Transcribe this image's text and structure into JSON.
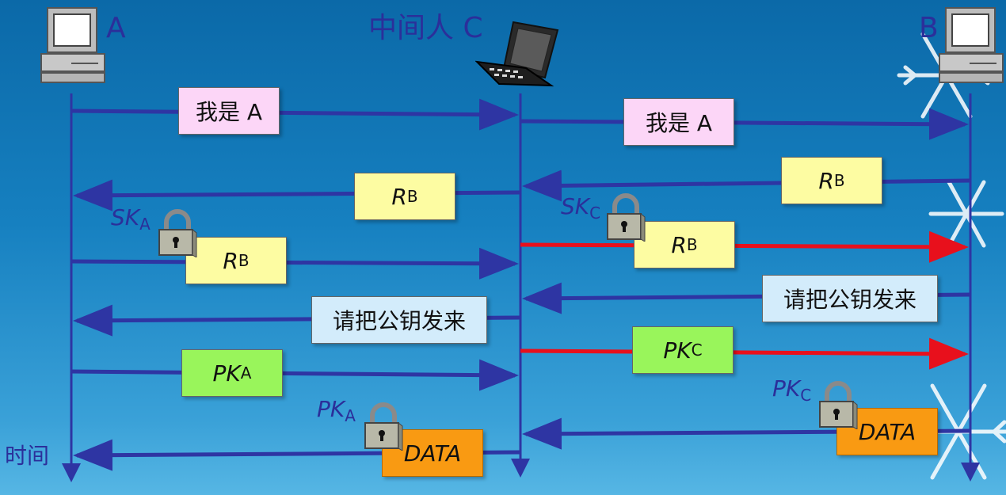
{
  "parties": {
    "a": "A",
    "c": "中间人 C",
    "b": "B"
  },
  "time_label": "时间",
  "boxes": {
    "m1_left": "我是 A",
    "m1_right": "我是 A",
    "rb_right": {
      "main": "R",
      "sub": "B"
    },
    "rb_left": {
      "main": "R",
      "sub": "B"
    },
    "sk_a_rb": {
      "main": "R",
      "sub": "B"
    },
    "sk_c_rb": {
      "main": "R",
      "sub": "B"
    },
    "req_right": "请把公钥发来",
    "req_left": "请把公钥发来",
    "pk_c": {
      "main": "PK",
      "sub": "C"
    },
    "pk_a": {
      "main": "PK",
      "sub": "A"
    },
    "data_right": "DATA",
    "data_left": "DATA"
  },
  "key_labels": {
    "sk_a": {
      "main": "SK",
      "sub": "A"
    },
    "sk_c": {
      "main": "SK",
      "sub": "C"
    },
    "pk_c": {
      "main": "PK",
      "sub": "C"
    },
    "pk_a": {
      "main": "PK",
      "sub": "A"
    }
  },
  "colors": {
    "arrow": "#2e35a3",
    "attack_arrow": "#e8101c",
    "label": "#2b2f9a"
  }
}
